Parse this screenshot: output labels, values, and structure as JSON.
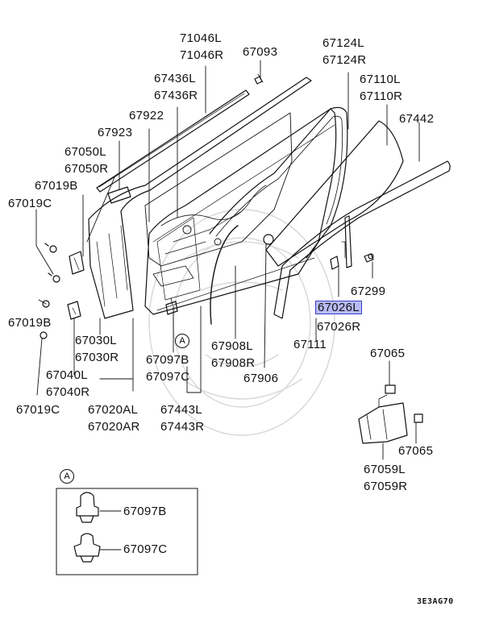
{
  "colors": {
    "line": "#111111",
    "highlight": "#b9bbf4",
    "highlight_border": "#3a3fc9",
    "watermark": "#d9d9d9"
  },
  "labels": {
    "l71046L": "71046L",
    "l71046R": "71046R",
    "l67093": "67093",
    "l67436L": "67436L",
    "l67436R": "67436R",
    "l67124L": "67124L",
    "l67124R": "67124R",
    "l67110L": "67110L",
    "l67110R": "67110R",
    "l67442": "67442",
    "l67922": "67922",
    "l67923": "67923",
    "l67050L": "67050L",
    "l67050R": "67050R",
    "l67019B_top": "67019B",
    "l67019C_top": "67019C",
    "l67019B_mid": "67019B",
    "l67030L": "67030L",
    "l67030R": "67030R",
    "l67040L": "67040L",
    "l67040R": "67040R",
    "l67019C_bot": "67019C",
    "l67020AL": "67020AL",
    "l67020AR": "67020AR",
    "l67097B": "67097B",
    "l67097C": "67097C",
    "l67443L": "67443L",
    "l67443R": "67443R",
    "l67908L": "67908L",
    "l67908R": "67908R",
    "l67906": "67906",
    "l67299": "67299",
    "l67026L": "67026L",
    "l67026R": "67026R",
    "l67111": "67111",
    "l67065_top": "67065",
    "l67065_bot": "67065",
    "l67059L": "67059L",
    "l67059R": "67059R"
  },
  "detail_box": {
    "callout": "A",
    "item1": "67097B",
    "item2": "67097C"
  },
  "callout_main": "A",
  "diagram_code": "3E3AG70"
}
